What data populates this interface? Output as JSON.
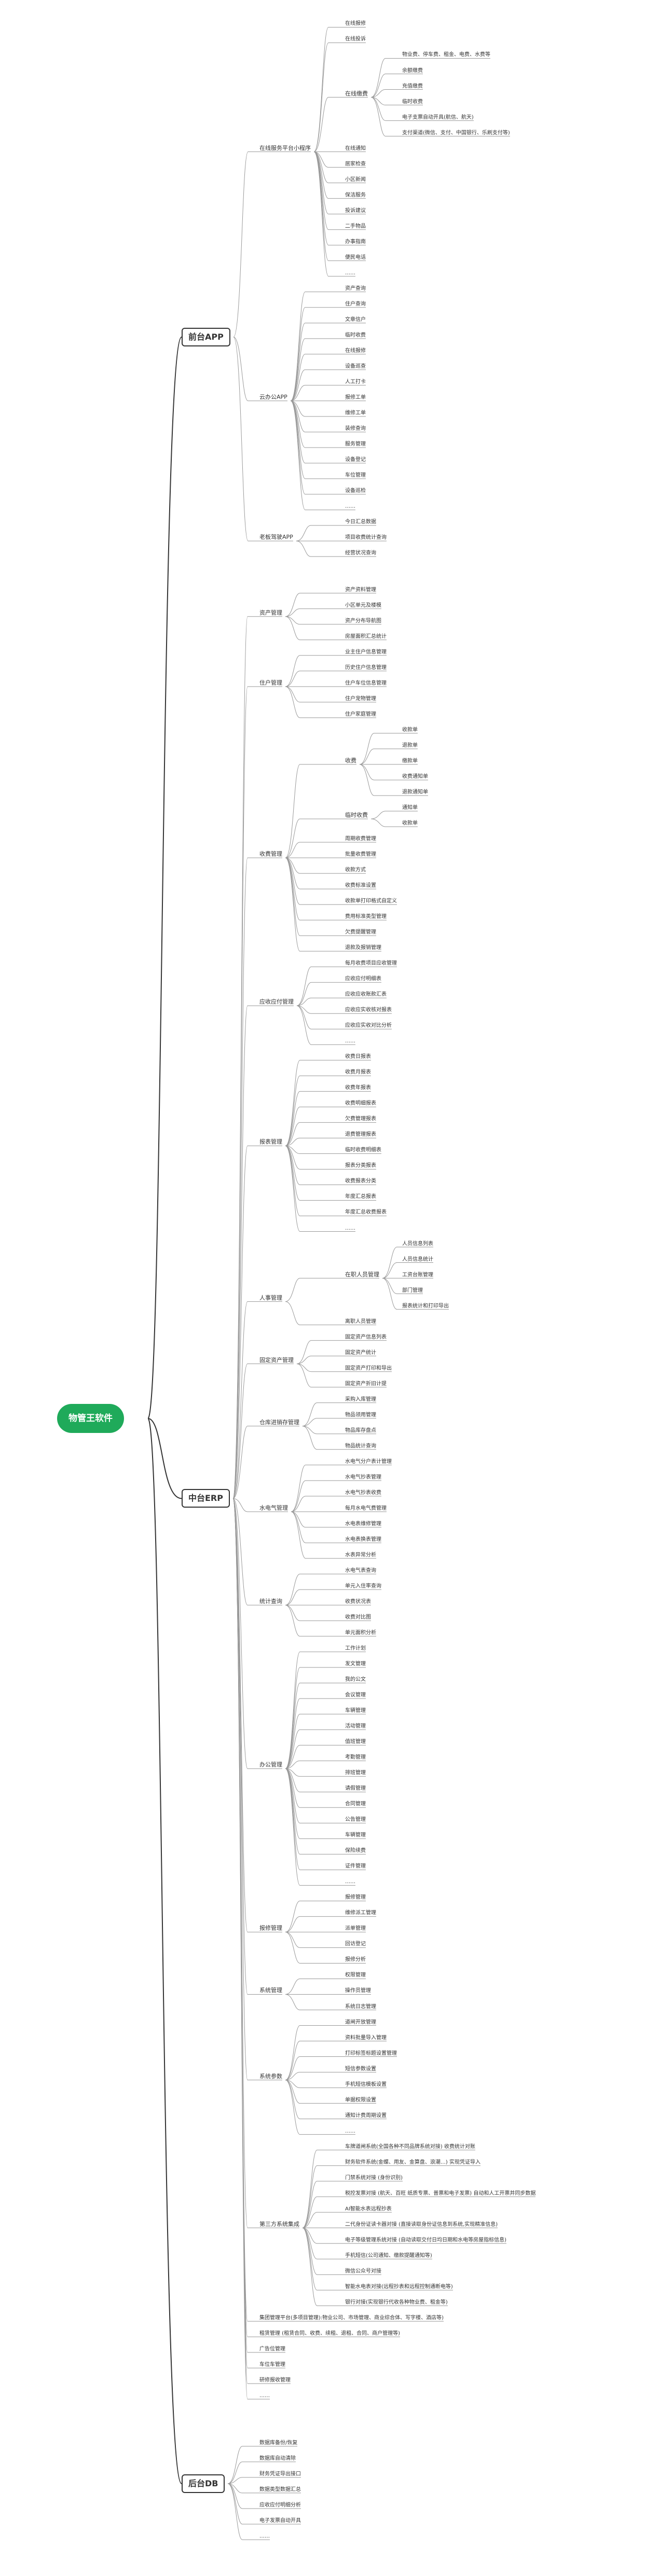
{
  "root": "物管王软件",
  "children": [
    {
      "label": "前台APP",
      "children": [
        {
          "label": "在线服务平台小程序",
          "children": [
            {
              "label": "在线报修"
            },
            {
              "label": "在线投诉"
            },
            {
              "label": "在线缴费",
              "children": [
                {
                  "label": "物业费、停车费、租金、电费、水费等"
                },
                {
                  "label": "余额缴费"
                },
                {
                  "label": "充值缴费"
                },
                {
                  "label": "临时收费"
                },
                {
                  "label": "电子支票自动开具(航信、航天)"
                },
                {
                  "label": "支付渠道(微信、支付、中国银行、乐刷支付等)"
                }
              ]
            },
            {
              "label": "在线通知"
            },
            {
              "label": "居家检查"
            },
            {
              "label": "小区新闻"
            },
            {
              "label": "保洁服务"
            },
            {
              "label": "投诉建议"
            },
            {
              "label": "二手物品"
            },
            {
              "label": "办事指南"
            },
            {
              "label": "便民电话"
            },
            {
              "label": "……"
            }
          ]
        },
        {
          "label": "云办公APP",
          "children": [
            {
              "label": "资产查询"
            },
            {
              "label": "住户查询"
            },
            {
              "label": "文章信户"
            },
            {
              "label": "临时收费"
            },
            {
              "label": "在线报修"
            },
            {
              "label": "设备巡查"
            },
            {
              "label": "人工打卡"
            },
            {
              "label": "报修工单"
            },
            {
              "label": "维修工单"
            },
            {
              "label": "装修查询"
            },
            {
              "label": "服务管理"
            },
            {
              "label": "设备登记"
            },
            {
              "label": "车位管理"
            },
            {
              "label": "设备巡检"
            },
            {
              "label": "……"
            }
          ]
        },
        {
          "label": "老板驾驶APP",
          "children": [
            {
              "label": "今日汇总数据"
            },
            {
              "label": "项目收费统计查询"
            },
            {
              "label": "经营状况查询"
            }
          ]
        }
      ]
    },
    {
      "label": "中台ERP",
      "children": [
        {
          "label": "资产管理",
          "children": [
            {
              "label": "资产资料管理"
            },
            {
              "label": "小区单元及楼模"
            },
            {
              "label": "资产分布导航图"
            },
            {
              "label": "房屋面积汇总统计"
            }
          ]
        },
        {
          "label": "住户管理",
          "children": [
            {
              "label": "业主住户信息管理"
            },
            {
              "label": "历史住户信息管理"
            },
            {
              "label": "住户车位信息管理"
            },
            {
              "label": "住户宠物管理"
            },
            {
              "label": "住户家庭管理"
            }
          ]
        },
        {
          "label": "收费管理",
          "children": [
            {
              "label": "收费",
              "children": [
                {
                  "label": "收款单"
                },
                {
                  "label": "退款单"
                },
                {
                  "label": "缴款单"
                },
                {
                  "label": "收费通知单"
                },
                {
                  "label": "退款通知单"
                }
              ]
            },
            {
              "label": "临时收费",
              "children": [
                {
                  "label": "通知单"
                },
                {
                  "label": "收款单"
                }
              ]
            },
            {
              "label": "周期收费管理"
            },
            {
              "label": "批量收费管理"
            },
            {
              "label": "收款方式"
            },
            {
              "label": "收费标准设置"
            },
            {
              "label": "收款单打印格式自定义"
            },
            {
              "label": "费用标准类型管理"
            },
            {
              "label": "欠费提醒管理"
            },
            {
              "label": "退款及报销管理"
            }
          ]
        },
        {
          "label": "应收应付管理",
          "children": [
            {
              "label": "每月收费项目应收管理"
            },
            {
              "label": "应收应付明细表"
            },
            {
              "label": "应收应收账款汇表"
            },
            {
              "label": "应收应实收核对报表"
            },
            {
              "label": "应收应实收对比分析"
            },
            {
              "label": "……"
            }
          ]
        },
        {
          "label": "报表管理",
          "children": [
            {
              "label": "收费日报表"
            },
            {
              "label": "收费月报表"
            },
            {
              "label": "收费年报表"
            },
            {
              "label": "收费明细报表"
            },
            {
              "label": "欠费管理报表"
            },
            {
              "label": "退费管理报表"
            },
            {
              "label": "临时收费明细表"
            },
            {
              "label": "报表分类报表"
            },
            {
              "label": "收费报表分类"
            },
            {
              "label": "年度汇总报表"
            },
            {
              "label": "年度汇总收费报表"
            },
            {
              "label": "……"
            }
          ]
        },
        {
          "label": "人事管理",
          "children": [
            {
              "label": "在职人员管理",
              "children": [
                {
                  "label": "人员信息列表"
                },
                {
                  "label": "人员信息统计"
                },
                {
                  "label": "工资台账管理"
                },
                {
                  "label": "部门管理"
                },
                {
                  "label": "报表统计和打印导出"
                }
              ]
            },
            {
              "label": "离职人员管理"
            }
          ]
        },
        {
          "label": "固定资产管理",
          "children": [
            {
              "label": "固定资产信息列表"
            },
            {
              "label": "固定资产统计"
            },
            {
              "label": "固定资产打印和导出"
            },
            {
              "label": "固定资产折旧计提"
            }
          ]
        },
        {
          "label": "仓库进销存管理",
          "children": [
            {
              "label": "采购入库管理"
            },
            {
              "label": "物品领用管理"
            },
            {
              "label": "物品库存盘点"
            },
            {
              "label": "物品统计查询"
            }
          ]
        },
        {
          "label": "水电气管理",
          "children": [
            {
              "label": "水电气分户表计管理"
            },
            {
              "label": "水电气抄表管理"
            },
            {
              "label": "水电气抄表收费"
            },
            {
              "label": "每月水电气费管理"
            },
            {
              "label": "水电表维修管理"
            },
            {
              "label": "水电表换表管理"
            },
            {
              "label": "水表异常分析"
            }
          ]
        },
        {
          "label": "统计查询",
          "children": [
            {
              "label": "水电气表查询"
            },
            {
              "label": "单元入住率查询"
            },
            {
              "label": "收费状况表"
            },
            {
              "label": "收费对比图"
            },
            {
              "label": "单元面积分析"
            }
          ]
        },
        {
          "label": "办公管理",
          "children": [
            {
              "label": "工作计划"
            },
            {
              "label": "发文管理"
            },
            {
              "label": "我的公文"
            },
            {
              "label": "会议管理"
            },
            {
              "label": "车辆管理"
            },
            {
              "label": "活动管理"
            },
            {
              "label": "值班管理"
            },
            {
              "label": "考勤管理"
            },
            {
              "label": "排班管理"
            },
            {
              "label": "请假管理"
            },
            {
              "label": "合同管理"
            },
            {
              "label": "公告管理"
            },
            {
              "label": "车辆管理"
            },
            {
              "label": "保险续费"
            },
            {
              "label": "证件管理"
            },
            {
              "label": "……"
            }
          ]
        },
        {
          "label": "报修管理",
          "children": [
            {
              "label": "报修管理"
            },
            {
              "label": "维修派工管理"
            },
            {
              "label": "派单管理"
            },
            {
              "label": "回访登记"
            },
            {
              "label": "报修分析"
            }
          ]
        },
        {
          "label": "系统管理",
          "children": [
            {
              "label": "权限管理"
            },
            {
              "label": "操作员管理"
            },
            {
              "label": "系统日志管理"
            }
          ]
        },
        {
          "label": "系统参数",
          "children": [
            {
              "label": "道闸开放管理"
            },
            {
              "label": "资料批量导入管理"
            },
            {
              "label": "打印标签标题设置管理"
            },
            {
              "label": "短信参数设置"
            },
            {
              "label": "手机短信模板设置"
            },
            {
              "label": "单据权限设置"
            },
            {
              "label": "通知计费周期设置"
            },
            {
              "label": "……"
            }
          ]
        },
        {
          "label": "第三方系统集成",
          "children": [
            {
              "label": "车牌道闸系统(全国各种不同品牌系统对接) 收费统计对账"
            },
            {
              "label": "财务软件系统(金蝶、用友、金算盘、浪潮…) 实现凭证导入"
            },
            {
              "label": "门禁系统对接 (身份识别)"
            },
            {
              "label": "税控发票对接 (航天、百旺 纸质专票、普票和电子发票) 自动和人工开票并同步数据"
            },
            {
              "label": "AI智能水表远程抄表"
            },
            {
              "label": "二代身份证读卡器对接 (直接读取身份证信息到系统,实现精准信息)"
            },
            {
              "label": "电子等级管理系统对接 (自动读取交付日均日期和水电等房屋指标信息)"
            },
            {
              "label": "手机短信(公司通知、缴款提醒通知等)"
            },
            {
              "label": "微信公众号对接"
            },
            {
              "label": "智能水电表对接(远程抄表和远程控制通断电等)"
            },
            {
              "label": "银行对接(实现银行代收各种物业费、租金等)"
            }
          ]
        },
        {
          "label": "集团管理平台(多项目管理):物业公司、市场管理、商业综合体、写字楼、酒店等)"
        },
        {
          "label": "租赁管理 (租赁合同、收费、续租、退租、合同、商户管理等)"
        },
        {
          "label": "广告位管理"
        },
        {
          "label": "车位车管理"
        },
        {
          "label": "研修报收管理"
        },
        {
          "label": "……"
        }
      ]
    },
    {
      "label": "后台DB",
      "children": [
        {
          "label": "数据库备份/恢复"
        },
        {
          "label": "数据库自动清除"
        },
        {
          "label": "财务凭证导出接口"
        },
        {
          "label": "数据类型数据汇总"
        },
        {
          "label": "应收应付明细分析"
        },
        {
          "label": "电子发票自动开具"
        },
        {
          "label": "……"
        }
      ]
    }
  ]
}
